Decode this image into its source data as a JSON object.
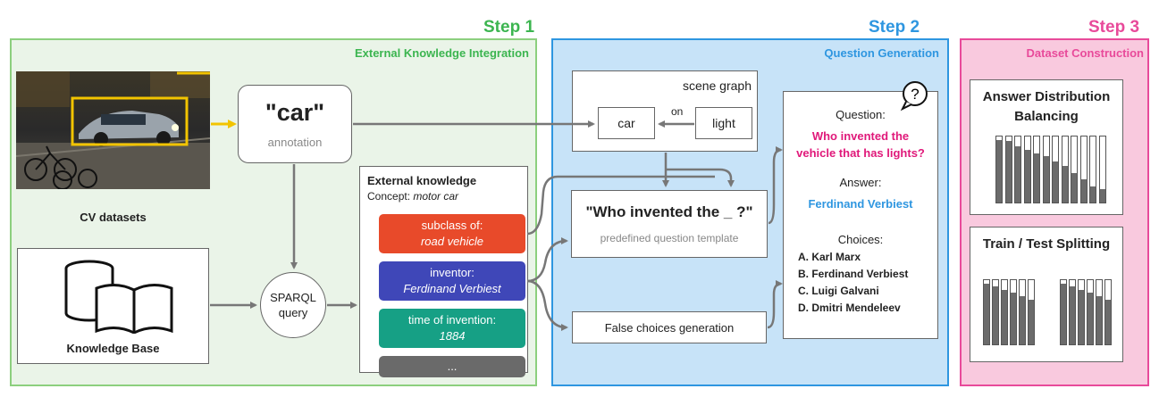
{
  "steps": {
    "step1": {
      "label": "Step 1",
      "title": "External Knowledge Integration",
      "color": "#3cb550"
    },
    "step2": {
      "label": "Step 2",
      "title": "Question Generation",
      "color": "#2e96e0"
    },
    "step3": {
      "label": "Step 3",
      "title": "Dataset Construction",
      "color": "#e84a9a"
    }
  },
  "cv": {
    "caption": "CV datasets"
  },
  "annotation": {
    "word": "\"car\"",
    "label": "annotation"
  },
  "kb": {
    "caption": "Knowledge Base"
  },
  "sparql": {
    "line1": "SPARQL",
    "line2": "query"
  },
  "knowledge": {
    "title": "External knowledge",
    "concept_prefix": "Concept: ",
    "concept_value": "motor car",
    "facts": [
      {
        "key": "subclass of:",
        "value": "road vehicle",
        "color": "#e84a2a"
      },
      {
        "key": "inventor:",
        "value": "Ferdinand Verbiest",
        "color": "#3f47b8"
      },
      {
        "key": "time of invention:",
        "value": "1884",
        "color": "#16a085"
      },
      {
        "key": "...",
        "value": "",
        "color": "#6a6a6a"
      }
    ]
  },
  "scene_graph": {
    "title": "scene graph",
    "node1": "car",
    "node2": "light",
    "edge": "on"
  },
  "template": {
    "text": "\"Who invented the _ ?\"",
    "label": "predefined question template"
  },
  "false_choices": {
    "label": "False choices generation"
  },
  "qa": {
    "bubble": "?",
    "question_label": "Question:",
    "question": "Who invented the vehicle that has lights?",
    "question_color": "#e0197a",
    "answer_label": "Answer:",
    "answer": "Ferdinand Verbiest",
    "answer_color": "#2e96e0",
    "choices_label": "Choices:",
    "choices": [
      "A. Karl Marx",
      "B. Ferdinand Verbiest",
      "C. Luigi Galvani",
      "D. Dmitri Mendeleev"
    ]
  },
  "balancing": {
    "title": "Answer Distribution Balancing",
    "fills": [
      0.95,
      0.93,
      0.85,
      0.8,
      0.75,
      0.7,
      0.62,
      0.55,
      0.45,
      0.35,
      0.25,
      0.2
    ]
  },
  "splitting": {
    "title": "Train / Test Splitting",
    "train_fills": [
      0.95,
      0.9,
      0.85,
      0.8,
      0.75,
      0.7
    ],
    "test_fills": [
      0.95,
      0.9,
      0.85,
      0.8,
      0.75,
      0.7
    ]
  }
}
